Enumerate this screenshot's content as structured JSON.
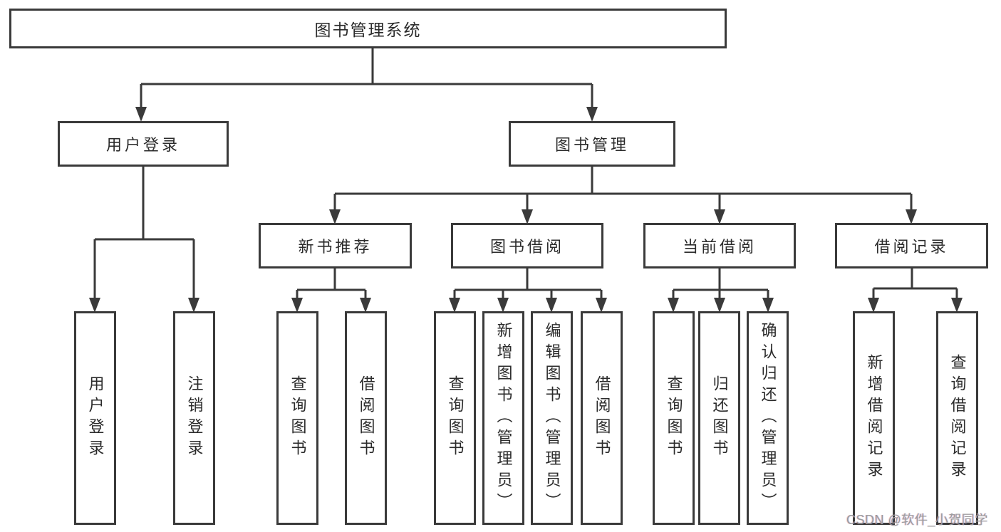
{
  "page": {
    "background": "#ffffff",
    "line_color": "#3a3a3a",
    "box_border_color": "#3a3a3a",
    "box_fill": "#ffffff",
    "text_color": "#2b2b2b",
    "watermark_color": "#9c9c9e"
  },
  "diagram": {
    "title": "图书管理系统",
    "branches": [
      {
        "label": "用户登录",
        "children": [
          {
            "label": "用户登录"
          },
          {
            "label": "注销登录"
          }
        ]
      },
      {
        "label": "图书管理",
        "children": [
          {
            "label": "新书推荐",
            "children": [
              {
                "label": "查询图书"
              },
              {
                "label": "借阅图书"
              }
            ]
          },
          {
            "label": "图书借阅",
            "children": [
              {
                "label": "查询图书"
              },
              {
                "label": "新增图书（管理员）"
              },
              {
                "label": "编辑图书（管理员）"
              },
              {
                "label": "借阅图书"
              }
            ]
          },
          {
            "label": "当前借阅",
            "children": [
              {
                "label": "查询图书"
              },
              {
                "label": "归还图书"
              },
              {
                "label": "确认归还（管理员）"
              }
            ]
          },
          {
            "label": "借阅记录",
            "children": [
              {
                "label": "新增借阅记录"
              },
              {
                "label": "查询借阅记录"
              }
            ]
          }
        ]
      }
    ]
  },
  "watermark": {
    "text": "CSDN @软件_小贺同学"
  }
}
